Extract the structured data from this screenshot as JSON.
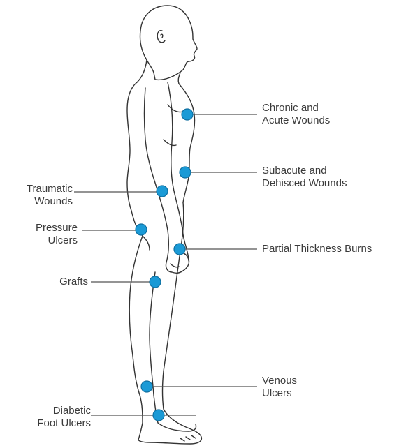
{
  "labels": {
    "chronic": [
      "Chronic and",
      "Acute Wounds"
    ],
    "subacute": [
      "Subacute and",
      "Dehisced Wounds"
    ],
    "partial_burns": "Partial Thickness Burns",
    "venous": [
      "Venous",
      "Ulcers"
    ],
    "traumatic": [
      "Traumatic",
      "Wounds"
    ],
    "pressure": [
      "Pressure",
      "Ulcers"
    ],
    "grafts": "Grafts",
    "diabetic": [
      "Diabetic",
      "Foot Ulcers"
    ]
  },
  "colors": {
    "dot_fill": "#1a9ad6",
    "dot_stroke": "#0f6fa0",
    "leader_line": "#555555",
    "figure_outline": "#333333",
    "text": "#3a3a3a"
  }
}
